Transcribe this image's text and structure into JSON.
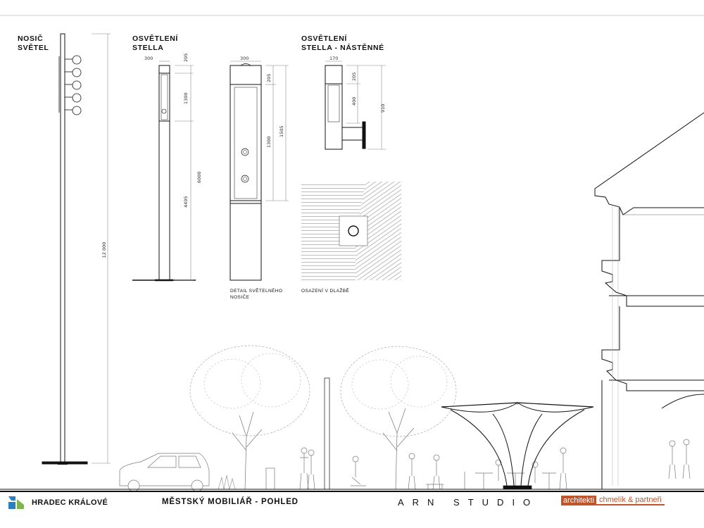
{
  "labels": {
    "nosic": "NOSIČ\nSVĚTEL",
    "stella": "OSVĚTLENÍ\nSTELLA",
    "stella_wall": "OSVĚTLENÍ\nSTELLA - NÁSTĚNNÉ"
  },
  "captions": {
    "detail": "DETAIL SVĚTELNÉHO\nNOSIČE",
    "paving": "OSAZENÍ V DLAŽBĚ"
  },
  "dimensions": {
    "pole_height": "12 000",
    "stella_width": "300",
    "stella_top": "205",
    "stella_light": "1300",
    "stella_total": "6000",
    "stella_base": "4495",
    "detail_width": "300",
    "detail_top": "205",
    "detail_light": "1300",
    "detail_upper": "1505",
    "wall_width": "170",
    "wall_top": "205",
    "wall_light": "400",
    "wall_total": "910"
  },
  "footer": {
    "city": "HRADEC KRÁLOVÉ",
    "title": "MĚSTSKÝ MOBILIÁŘ - POHLED",
    "studio": "ARN STUDIO",
    "firm_a": "architekti",
    "firm_b": "chmelík & partneři",
    "logo_icon": "hradec-kralove-logo-icon",
    "firm_color": "#c2542a"
  }
}
